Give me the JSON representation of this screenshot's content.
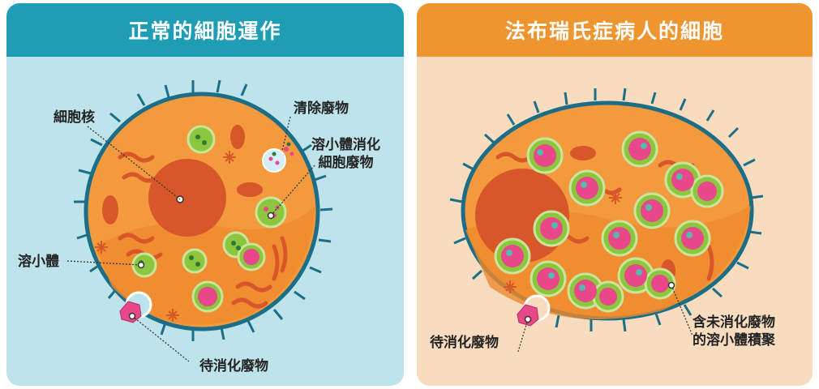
{
  "left_panel": {
    "title": "正常的細胞運作",
    "labels": {
      "nucleus": "細胞核",
      "clear_waste": "清除廢物",
      "lysosome_digest": [
        "溶小體消化",
        "細胞廢物"
      ],
      "lysosome": "溶小體",
      "waste_to_digest": "待消化廢物"
    }
  },
  "right_panel": {
    "title": "法布瑞氏症病人的細胞",
    "labels": {
      "waste_to_digest": "待消化廢物",
      "accumulation": [
        "含未消化廢物",
        "的溶小體積聚"
      ]
    }
  },
  "colors": {
    "left_bg": "#bfe3ea",
    "left_header": "#1e9db4",
    "right_bg": "#f8dcc0",
    "right_header": "#ef9530",
    "cell_body": "#f39a3e",
    "cell_membrane": "#1b6e86",
    "nucleus": "#d8572a",
    "lysosome_green": "#8cc63f",
    "waste_pink": "#e8488a"
  }
}
